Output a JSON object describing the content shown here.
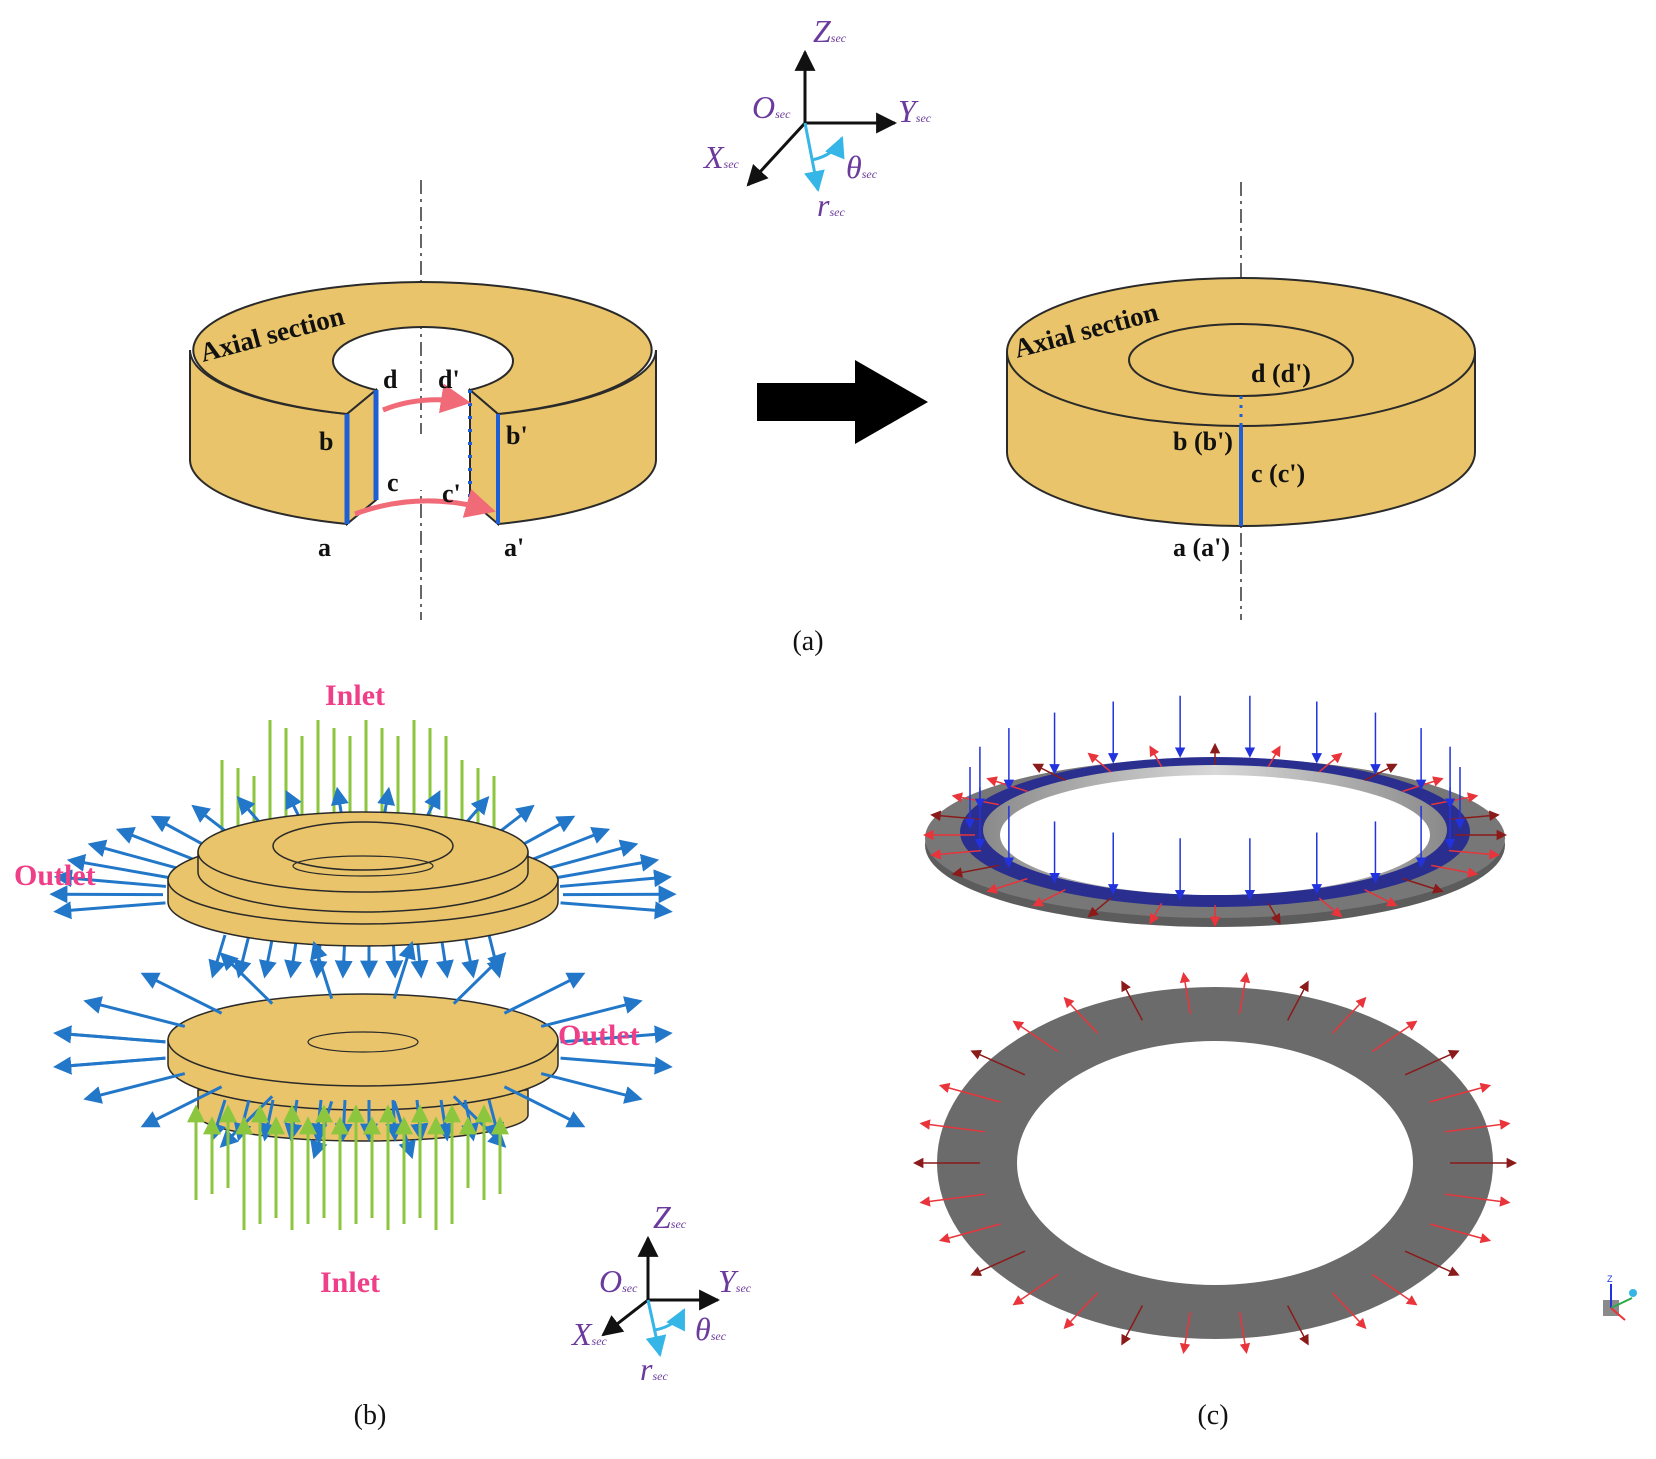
{
  "colors": {
    "copper": "#e9c46a",
    "outline": "#2a2a2a",
    "cut_line": "#1f5fd6",
    "rotation_arrow": "#f06a78",
    "axis_text": "#6a3a9c",
    "r_arrow": "#35b6e6",
    "inlet_arrow": "#8cc63f",
    "outlet_arrow": "#2277c9",
    "flow_label": "#ef3f88",
    "ring_gray": "#6b6b6b",
    "ring_blue": "#2a2f8f",
    "force_red": "#e8343a",
    "force_blue": "#2233dd"
  },
  "coords": {
    "z_main": "Z",
    "z_sub": "sec",
    "y_main": "Y",
    "y_sub": "sec",
    "x_main": "X",
    "x_sub": "sec",
    "o_main": "O",
    "o_sub": "sec",
    "r_main": "r",
    "r_sub": "sec",
    "theta_main": "θ",
    "theta_sub": "sec"
  },
  "panel_a": {
    "section_label_left": "Axial section",
    "section_label_right": "Axial section",
    "left_points": {
      "a": "a",
      "b": "b",
      "c": "c",
      "d": "d",
      "a_p": "a'",
      "b_p": "b'",
      "c_p": "c'",
      "d_p": "d'"
    },
    "right_points": {
      "d": "d (d')",
      "b": "b (b')",
      "c": "c (c')",
      "a": "a (a')"
    },
    "caption": "(a)"
  },
  "panel_b": {
    "inlet_top": "Inlet",
    "inlet_bottom": "Inlet",
    "outlet_left": "Outlet",
    "outlet_right": "Outlet",
    "caption": "(b)"
  },
  "panel_c": {
    "caption": "(c)",
    "triad_label": "Z"
  }
}
